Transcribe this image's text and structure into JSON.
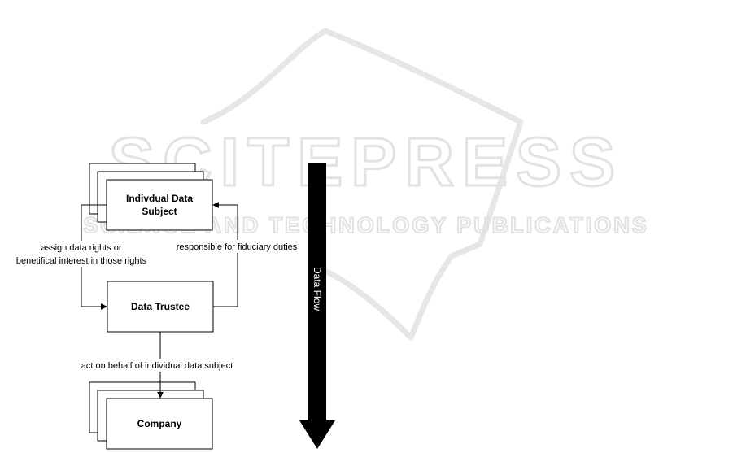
{
  "watermark": {
    "brand": "SCITEPRESS",
    "tagline": "SCIENCE AND TECHNOLOGY PUBLICATIONS"
  },
  "nodes": {
    "subject": {
      "label_line1": "Indivdual Data",
      "label_line2": "Subject"
    },
    "trustee": {
      "label": "Data Trustee"
    },
    "company": {
      "label": "Company"
    }
  },
  "edges": {
    "assign": {
      "line1": "assign data rights or",
      "line2": "benetifical interest in those rights"
    },
    "responsible": {
      "label": "responsible for fiduciary duties"
    },
    "act": {
      "label": "act on behalf of individual data subject"
    }
  },
  "flow_arrow": {
    "label": "Data Flow"
  }
}
